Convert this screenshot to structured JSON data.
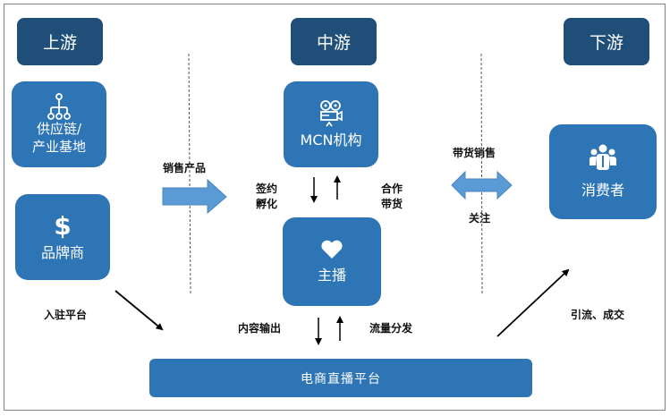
{
  "stages": {
    "upstream": "上游",
    "midstream": "中游",
    "downstream": "下游"
  },
  "nodes": {
    "supply_chain": {
      "label_line1": "供应链/",
      "label_line2": "产业基地",
      "icon": "hierarchy-icon"
    },
    "brand": {
      "label": "品牌商",
      "icon": "dollar-icon"
    },
    "mcn": {
      "label": "MCN机构",
      "icon": "movie-camera-icon"
    },
    "anchor": {
      "label": "主播",
      "icon": "heart-icon"
    },
    "consumer": {
      "label": "消费者",
      "icon": "users-icon"
    },
    "platform": {
      "label": "电商直播平台"
    }
  },
  "flows": {
    "sell_products": "销售产品",
    "sign_line1": "签约",
    "sign_line2": "孵化",
    "coop_line1": "合作",
    "coop_line2": "带货",
    "sales": "带货销售",
    "follow": "关注",
    "join_platform": "入驻平台",
    "content_output": "内容输出",
    "traffic_distribution": "流量分发",
    "traffic_deal": "引流、成交"
  },
  "colors": {
    "stage_header": "#1f4e79",
    "node": "#2e75b6",
    "block_arrow": "#5b9bd5"
  }
}
